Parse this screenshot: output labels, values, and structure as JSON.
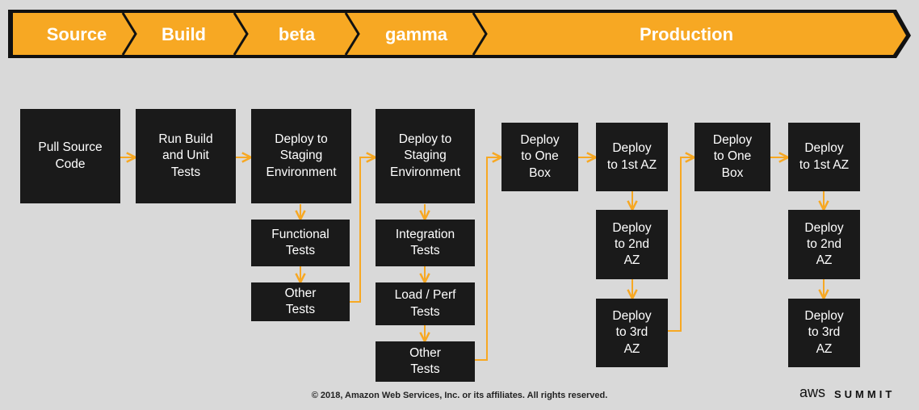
{
  "colors": {
    "accent": "#f7a823",
    "box": "#1a1a1a",
    "background": "#d9d9d9",
    "text_on_dark": "#ffffff"
  },
  "stages": [
    "Source",
    "Build",
    "beta",
    "gamma",
    "Production"
  ],
  "boxes": {
    "pull_source": [
      "Pull Source",
      "Code"
    ],
    "run_build": [
      "Run Build",
      "and Unit",
      "Tests"
    ],
    "beta_deploy": [
      "Deploy to",
      "Staging",
      "Environment"
    ],
    "beta_functional": [
      "Functional",
      "Tests"
    ],
    "beta_other": [
      "Other",
      "Tests"
    ],
    "gamma_deploy": [
      "Deploy to",
      "Staging",
      "Environment"
    ],
    "gamma_integration": [
      "Integration",
      "Tests"
    ],
    "gamma_load": [
      "Load / Perf",
      "Tests"
    ],
    "gamma_other": [
      "Other",
      "Tests"
    ],
    "p1_onebox": [
      "Deploy",
      "to One",
      "Box"
    ],
    "p1_az1": [
      "Deploy",
      "to 1st AZ"
    ],
    "p1_az2": [
      "Deploy",
      "to 2nd",
      "AZ"
    ],
    "p1_az3": [
      "Deploy",
      "to 3rd",
      "AZ"
    ],
    "p2_onebox": [
      "Deploy",
      "to One",
      "Box"
    ],
    "p2_az1": [
      "Deploy",
      "to 1st AZ"
    ],
    "p2_az2": [
      "Deploy",
      "to 2nd",
      "AZ"
    ],
    "p2_az3": [
      "Deploy",
      "to 3rd",
      "AZ"
    ]
  },
  "footer": {
    "copyright": "© 2018, Amazon Web Services, Inc. or its affiliates. All rights reserved.",
    "logo_aws": "aws",
    "logo_summit": "SUMMIT"
  }
}
